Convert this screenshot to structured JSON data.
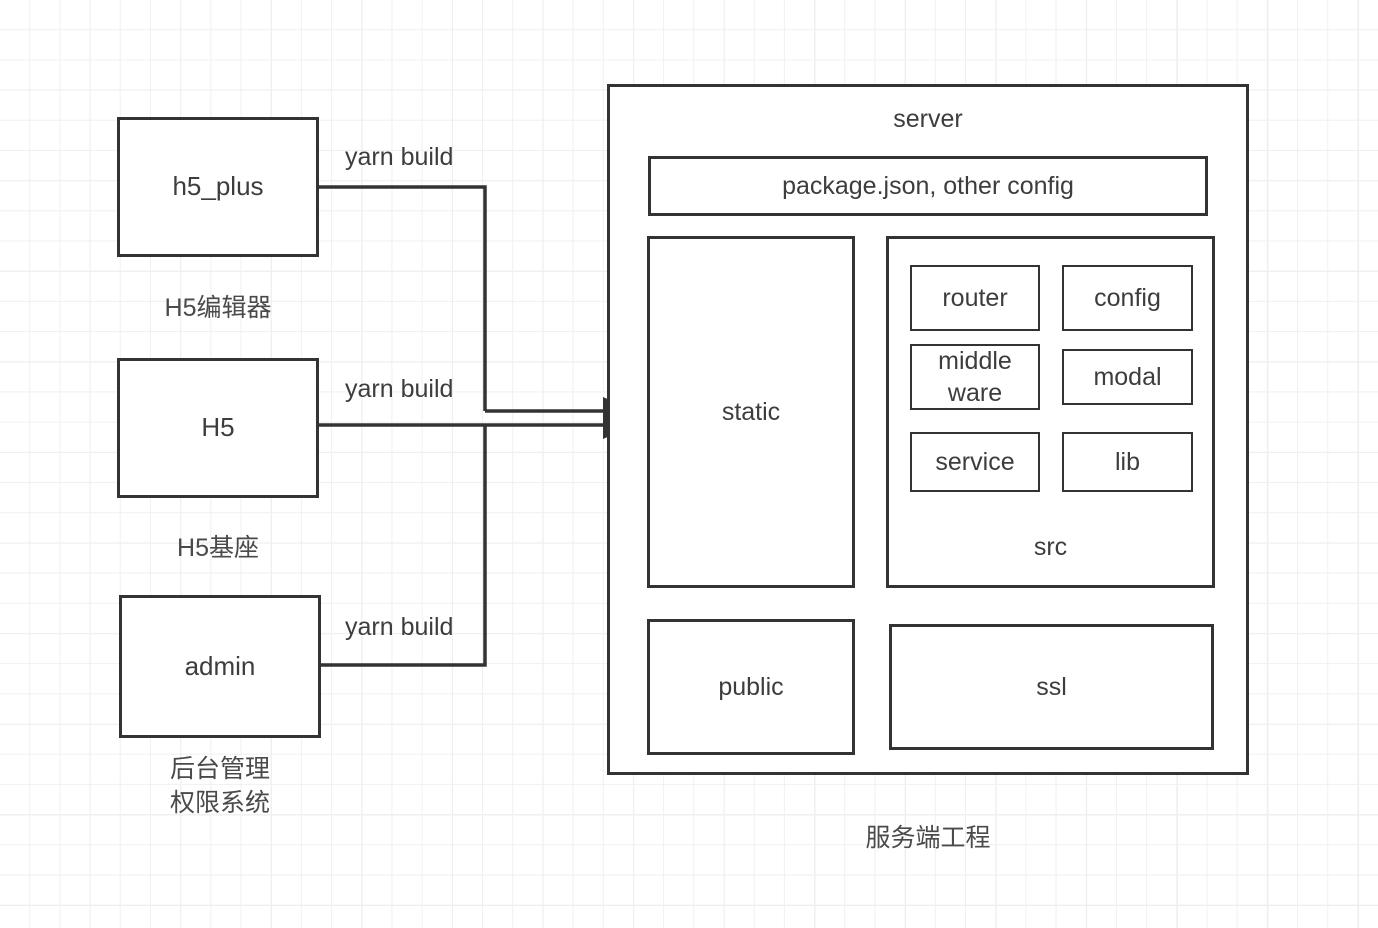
{
  "diagram": {
    "title_caption_server": "服务端工程",
    "left_column": [
      {
        "id": "h5_plus",
        "box_label": "h5_plus",
        "caption": "H5编辑器",
        "edge_label": "yarn build"
      },
      {
        "id": "h5",
        "box_label": "H5",
        "caption": "H5基座",
        "edge_label": "yarn build"
      },
      {
        "id": "admin",
        "box_label": "admin",
        "caption": "后台管理\n权限系统",
        "edge_label": "yarn build"
      }
    ],
    "server": {
      "label": "server",
      "config_box": "package.json, other config",
      "static_box": "static",
      "src": {
        "label": "src",
        "items": [
          {
            "label": "router"
          },
          {
            "label": "config"
          },
          {
            "label": "middle\nware"
          },
          {
            "label": "modal"
          },
          {
            "label": "service"
          },
          {
            "label": "lib"
          }
        ]
      },
      "public_box": "public",
      "ssl_box": "ssl"
    },
    "colors": {
      "stroke": "#333333",
      "text": "#3d3d3d",
      "caption": "#4a4a4a",
      "grid_minor": "#f0f0f0",
      "grid_major": "#e6e6e6",
      "background": "#ffffff"
    }
  }
}
